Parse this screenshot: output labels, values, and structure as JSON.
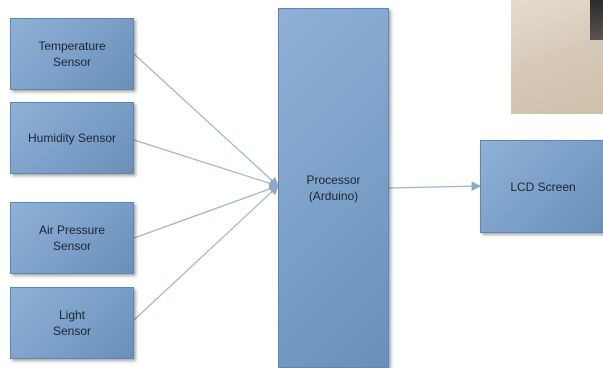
{
  "diagram": {
    "sensors": [
      {
        "label": "Temperature\nSensor"
      },
      {
        "label": "Humidity Sensor"
      },
      {
        "label": "Air Pressure\nSensor"
      },
      {
        "label": "Light\nSensor"
      }
    ],
    "processor": {
      "label": "Processor\n(Arduino)"
    },
    "output": {
      "label": "LCD Screen"
    }
  },
  "colors": {
    "box_fill": "#7a9fc8",
    "box_border": "#5f86b3",
    "connector": "#9fb5cf"
  }
}
